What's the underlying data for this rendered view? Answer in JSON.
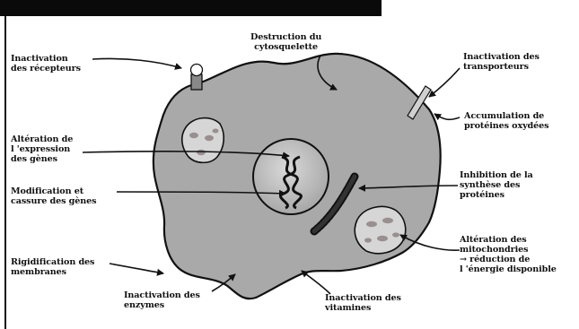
{
  "labels": {
    "receptors": [
      "Inactivation",
      "des récepteurs"
    ],
    "cytoskeleton": [
      "Destruction du",
      "cytosquelette"
    ],
    "transporters": [
      "Inactivation des",
      "transporteurs"
    ],
    "oxidized_proteins": [
      "Accumulation de",
      "protéines oxydées"
    ],
    "gene_expression": [
      "Altération de",
      "l 'expression",
      "des gènes"
    ],
    "gene_modification": [
      "Modification et",
      "cassure des gènes"
    ],
    "protein_synthesis": [
      "Inhibition de la",
      "synthèse des",
      "protéines"
    ],
    "mitochondria": [
      "Altération des",
      "mitochondries",
      "→ réduction de",
      "l 'énergie disponible"
    ],
    "membranes": [
      "Rigidification des",
      "membranes"
    ],
    "enzymes": [
      "Inactivation des",
      "enzymes"
    ],
    "vitamins": [
      "Inactivation des",
      "vitamines"
    ]
  },
  "colors": {
    "cell_fill": "#a9a9a9",
    "outline": "#111111",
    "nucleus_fill": "#c4c4c4",
    "organelle_fill": "#d6d6d6",
    "pink_spot": "#9a8f8f"
  }
}
